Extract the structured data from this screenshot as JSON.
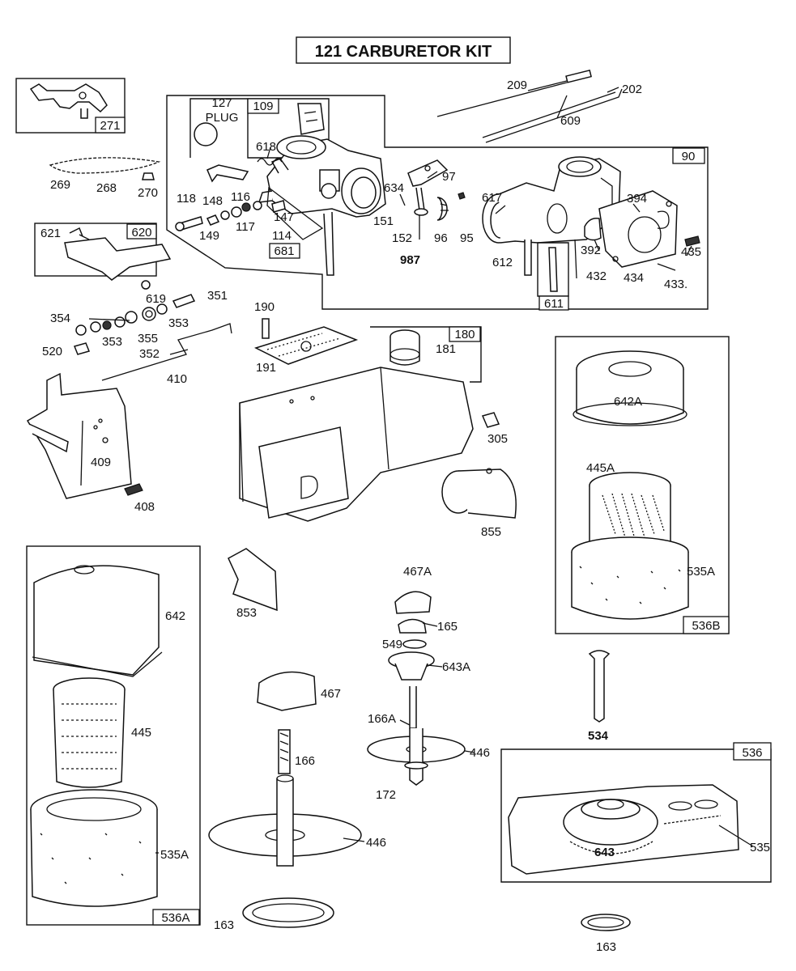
{
  "title": "121 CARBURETOR KIT",
  "plug_label": [
    "127",
    "PLUG"
  ],
  "boxed_tags": {
    "t271": "271",
    "t109": "109",
    "t620": "620",
    "t681": "681",
    "t90": "90",
    "t611": "611",
    "t180": "180",
    "t536B": "536B",
    "t536A": "536A",
    "t536": "536"
  },
  "callouts": {
    "c209": "209",
    "c202": "202",
    "c609": "609",
    "c269": "269",
    "c268": "268",
    "c270": "270",
    "c618": "618",
    "c118": "118",
    "c148": "148",
    "c116": "116",
    "c147": "147",
    "c149": "149",
    "c117": "117",
    "c114": "114",
    "c634": "634",
    "c97": "97",
    "c151": "151",
    "c152": "152",
    "c96": "96",
    "c95": "95",
    "c987": "987",
    "c617": "617",
    "c612": "612",
    "c394": "394",
    "c392": "392",
    "c435": "435",
    "c432": "432",
    "c434": "434",
    "c433": "433.",
    "c621": "621",
    "c619": "619",
    "c351": "351",
    "c354": "354",
    "c353a": "353",
    "c353b": "353",
    "c355": "355",
    "c352": "352",
    "c520": "520",
    "c190": "190",
    "c191": "191",
    "c181": "181",
    "c410": "410",
    "c409": "409",
    "c408": "408",
    "c305": "305",
    "c855": "855",
    "c642A": "642A",
    "c445A": "445A",
    "c535A_r": "535A",
    "c642": "642",
    "c445": "445",
    "c535A_l": "535A",
    "c853": "853",
    "c467A": "467A",
    "c165": "165",
    "c549": "549",
    "c643A": "643A",
    "c467": "467",
    "c166A": "166A",
    "c446a": "446",
    "c172": "172",
    "c166": "166",
    "c446b": "446",
    "c534": "534",
    "c643": "643",
    "c535": "535",
    "c163a": "163",
    "c163b": "163"
  }
}
